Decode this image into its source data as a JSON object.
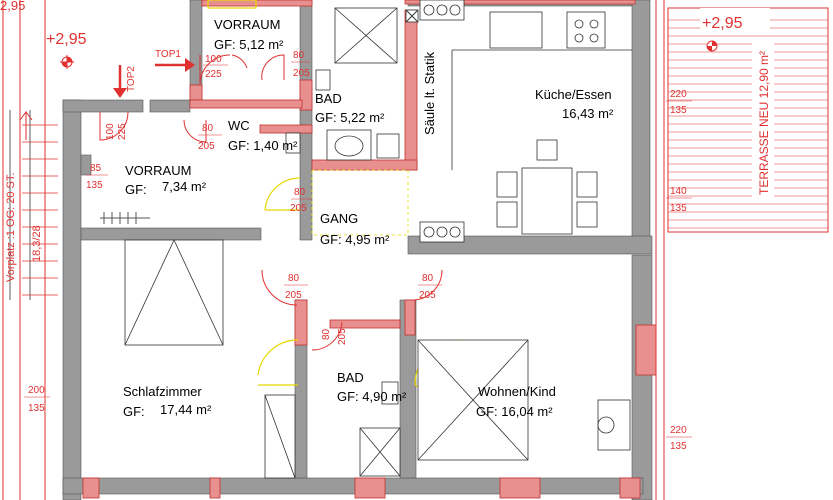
{
  "rooms": {
    "vorraum_top": {
      "name": "VORRAUM",
      "area": "GF: 5,12 m²"
    },
    "bad_top": {
      "name": "BAD",
      "area": "GF: 5,22 m²"
    },
    "wc": {
      "name": "WC",
      "area": "GF: 1,40 m²"
    },
    "kueche": {
      "name": "Küche/Essen",
      "area": "16,43 m²"
    },
    "vorraum_left": {
      "name": "VORRAUM",
      "area_prefix": "GF:",
      "area": "7,34 m²"
    },
    "gang": {
      "name": "GANG",
      "area": "GF: 4,95 m²"
    },
    "schlafzimmer": {
      "name": "Schlafzimmer",
      "area_prefix": "GF:",
      "area": "17,44 m²"
    },
    "bad_bottom": {
      "name": "BAD",
      "area": "GF: 4,90 m²"
    },
    "wohnen": {
      "name": "Wohnen/Kind",
      "area": "GF: 16,04 m²"
    }
  },
  "labels": {
    "saeule": "Säule lt. Statik",
    "terrasse": "TERRASSE NEU 12,90 m²",
    "top1": "TOP1",
    "top2": "TOP2",
    "vorplatz": "Vorplatz :1 OG: 20 ST.",
    "stairs_ratio": "18,3/28",
    "level_left": "+2,95",
    "level_right": "+2,95",
    "level_edge": "2,95"
  },
  "dims": {
    "d100_225_a": {
      "top": "100",
      "bottom": "225"
    },
    "d80_205_badtop": {
      "top": "80",
      "bottom": "205"
    },
    "d100_225_b": {
      "top": "100",
      "bottom": "225"
    },
    "d80_205_wc": {
      "top": "80",
      "bottom": "205"
    },
    "d85_135": {
      "top": "85",
      "bottom": "135"
    },
    "d80_205_gang": {
      "top": "80",
      "bottom": "205"
    },
    "d80_205_schlaf": {
      "top": "80",
      "bottom": "205"
    },
    "d80_205_wohnen": {
      "top": "80",
      "bottom": "205"
    },
    "d80_205_badbot": {
      "top": "80",
      "bottom": "205"
    },
    "d200_135": {
      "top": "200",
      "bottom": "135"
    },
    "d220_135_top": {
      "top": "220",
      "bottom": "135"
    },
    "d140_135": {
      "top": "140",
      "bottom": "135"
    },
    "d220_135_bot": {
      "top": "220",
      "bottom": "135"
    }
  },
  "colors": {
    "accent_red": "#e03030",
    "wall_gray": "#9a9a9a",
    "new_wall": "#e89090",
    "door_yellow": "#e8d800"
  }
}
